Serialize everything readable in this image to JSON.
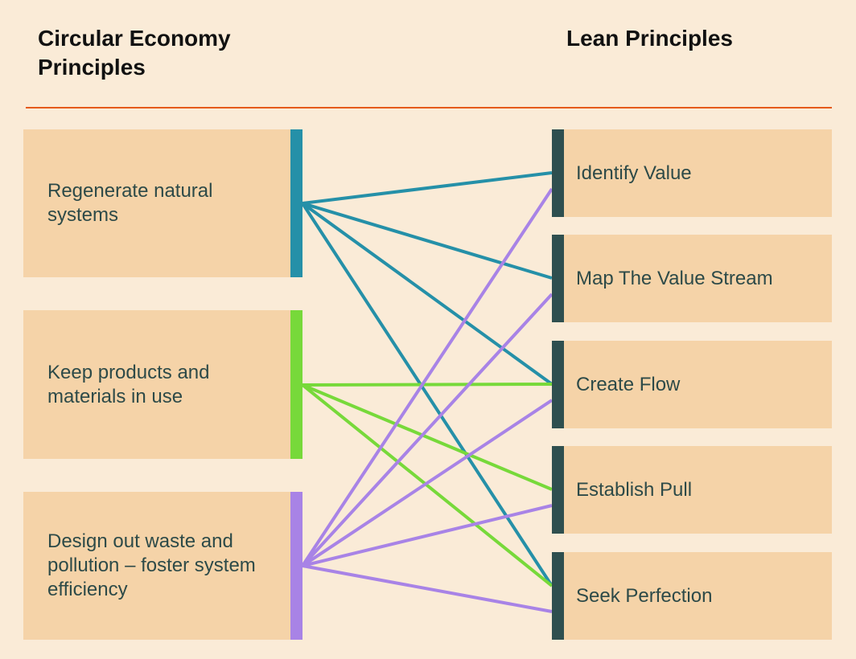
{
  "headings": {
    "left": "Circular Economy Principles",
    "right": "Lean Principles"
  },
  "colors": {
    "background": "#faebd7",
    "box": "#f5d3a8",
    "divider": "#e55a1b",
    "right_bar": "#2f4f4f",
    "text": "#2d4a48"
  },
  "circular": [
    {
      "label": "Regenerate natural systems",
      "color": "#2590a8"
    },
    {
      "label": "Keep products and materials in use",
      "color": "#77d93a"
    },
    {
      "label": "Design out waste and pollution – foster system efficiency",
      "color": "#a883e6"
    }
  ],
  "lean": [
    {
      "label": "Identify Value"
    },
    {
      "label": "Map The Value Stream"
    },
    {
      "label": "Create Flow"
    },
    {
      "label": "Establish Pull"
    },
    {
      "label": "Seek Perfection"
    }
  ],
  "connections": [
    {
      "from": 0,
      "to": 0
    },
    {
      "from": 0,
      "to": 1
    },
    {
      "from": 0,
      "to": 2
    },
    {
      "from": 0,
      "to": 4
    },
    {
      "from": 1,
      "to": 2
    },
    {
      "from": 1,
      "to": 3
    },
    {
      "from": 1,
      "to": 4
    },
    {
      "from": 2,
      "to": 0
    },
    {
      "from": 2,
      "to": 1
    },
    {
      "from": 2,
      "to": 2
    },
    {
      "from": 2,
      "to": 3
    },
    {
      "from": 2,
      "to": 4
    }
  ]
}
